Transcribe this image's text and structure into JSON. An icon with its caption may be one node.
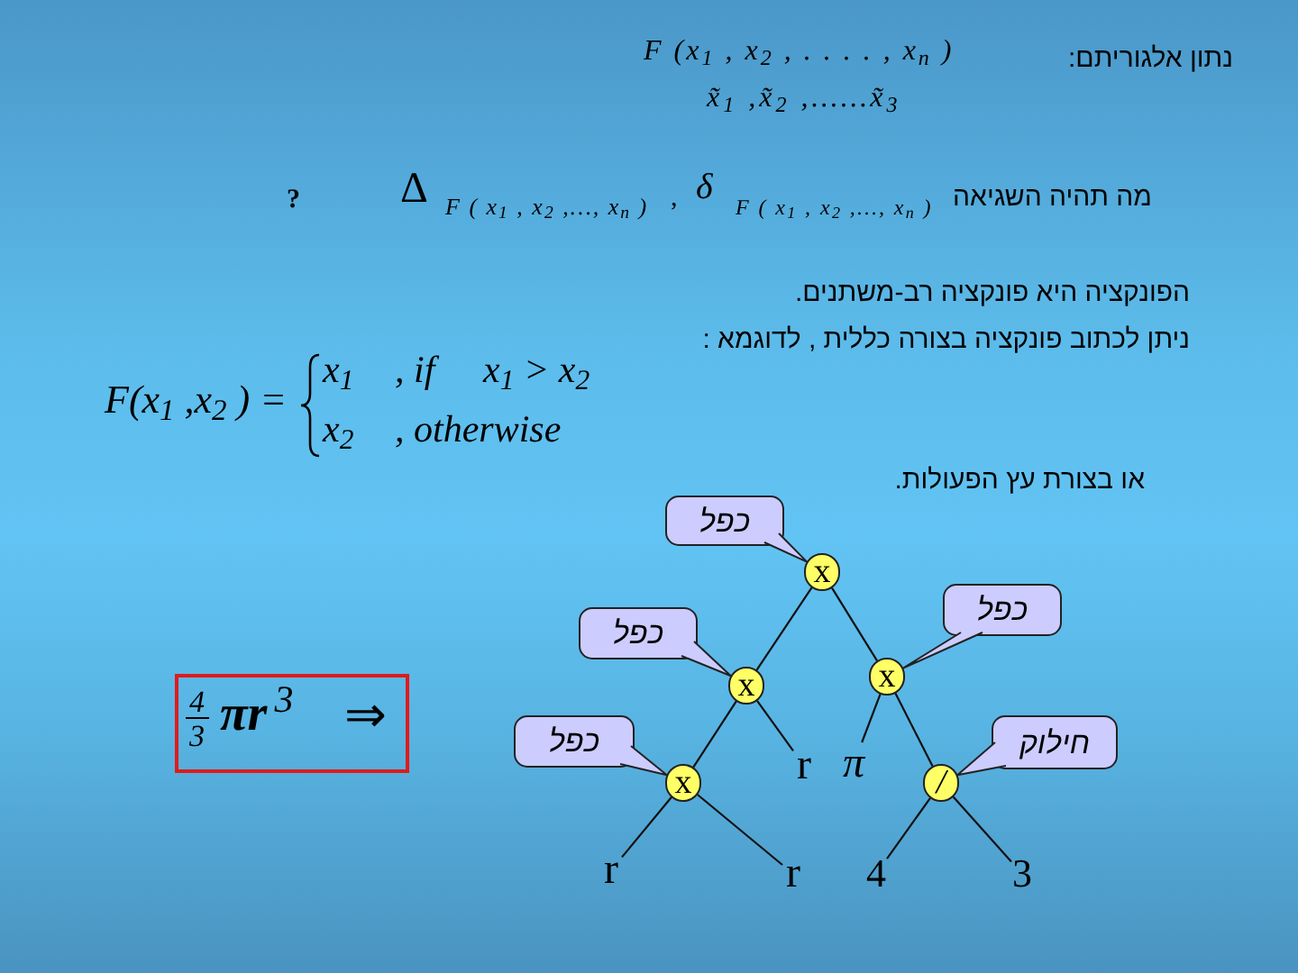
{
  "diagram": {
    "nodes": [
      {
        "text": [
          "x"
        ]
      },
      {
        "text": [
          "x"
        ]
      },
      {
        "text": [
          "x"
        ]
      },
      {
        "text": [
          "x"
        ]
      },
      {
        "text": [
          "/"
        ]
      },
      {
        "text": [
          "r"
        ]
      },
      {
        "text": [
          "r"
        ]
      },
      {
        "text": [
          "r"
        ]
      },
      {
        "text": [
          "π"
        ]
      },
      {
        "text": [
          "4"
        ]
      },
      {
        "text": [
          "3"
        ]
      },
      {
        "text": [
          "כפל"
        ]
      },
      {
        "text": [
          "כפל"
        ]
      },
      {
        "text": [
          "כפל"
        ]
      },
      {
        "text": [
          "כפל"
        ]
      },
      {
        "text": [
          "חילוק"
        ]
      },
      {
        "text": [
          "4",
          "3",
          "πr$^{3}$",
          "⇒"
        ]
      }
    ],
    "edges": [
      {
        "from": 0,
        "to": 1,
        "arrow": "none"
      },
      {
        "from": 0,
        "to": 2,
        "arrow": "none"
      },
      {
        "from": 1,
        "to": 3,
        "arrow": "none"
      },
      {
        "from": 1,
        "to": 7,
        "arrow": "none"
      },
      {
        "from": 2,
        "to": 8,
        "arrow": "none"
      },
      {
        "from": 2,
        "to": 4,
        "arrow": "none"
      },
      {
        "from": 3,
        "to": 5,
        "arrow": "none"
      },
      {
        "from": 3,
        "to": 6,
        "arrow": "none"
      },
      {
        "from": 4,
        "to": 9,
        "arrow": "none"
      },
      {
        "from": 4,
        "to": 10,
        "arrow": "none"
      }
    ],
    "labels": [
      "נתון אלגוריתם:",
      "F (x$_{1}$ , x$_{2}$ , . . . . , x$_{n}$ )",
      "x̃$_{1}$ ,x̃$_{2}$ ,……x̃$_{3}$",
      "מה תהיה השגיאה",
      "δ",
      "F ( x$_{1}$ , x$_{2}$ ,…, x$_{n}$ )",
      ",",
      "Δ",
      "F ( x$_{1}$ , x$_{2}$ ,…, x$_{n}$ )",
      "?",
      "הפונקציה היא פונקציה רב-משתנים.",
      "ניתן לכתוב פונקציה בצורה כללית , לדוגמא :",
      "F(x$_{1}$ ,x$_{2}$ ) =",
      "x$_{1}$",
      ", if",
      "x$_{1}$ > x$_{2}$",
      "x$_{2}$",
      ", otherwise",
      "או בצורת עץ הפעולות."
    ]
  }
}
